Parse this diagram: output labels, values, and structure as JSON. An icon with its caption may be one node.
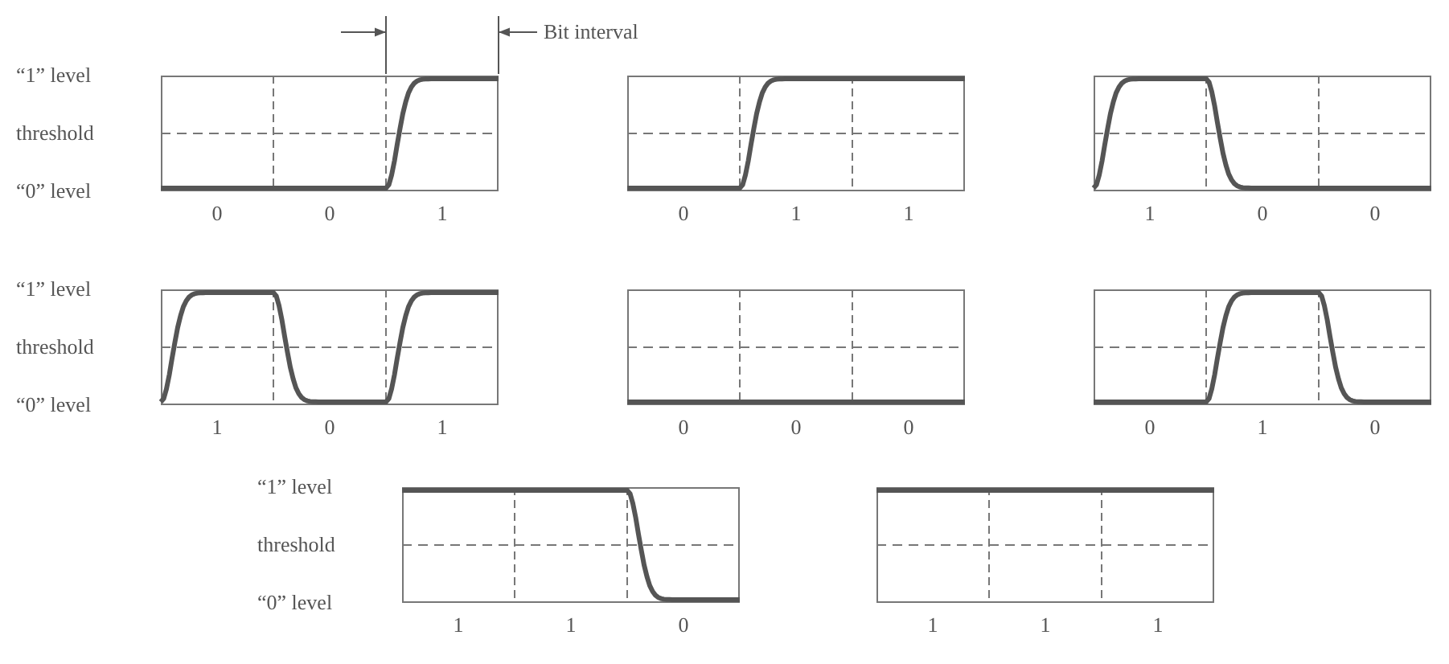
{
  "diagram": {
    "labels": [
      "Bit interval",
      "“1” level",
      "threshold",
      "“0” level",
      "0",
      "0",
      "1",
      "0",
      "1",
      "1",
      "1",
      "0",
      "0",
      "“1” level",
      "threshold",
      "“0” level",
      "1",
      "0",
      "1",
      "0",
      "0",
      "0",
      "0",
      "1",
      "0",
      "“1” level",
      "threshold",
      "“0” level",
      "1",
      "1",
      "0",
      "1",
      "1",
      "1"
    ]
  }
}
